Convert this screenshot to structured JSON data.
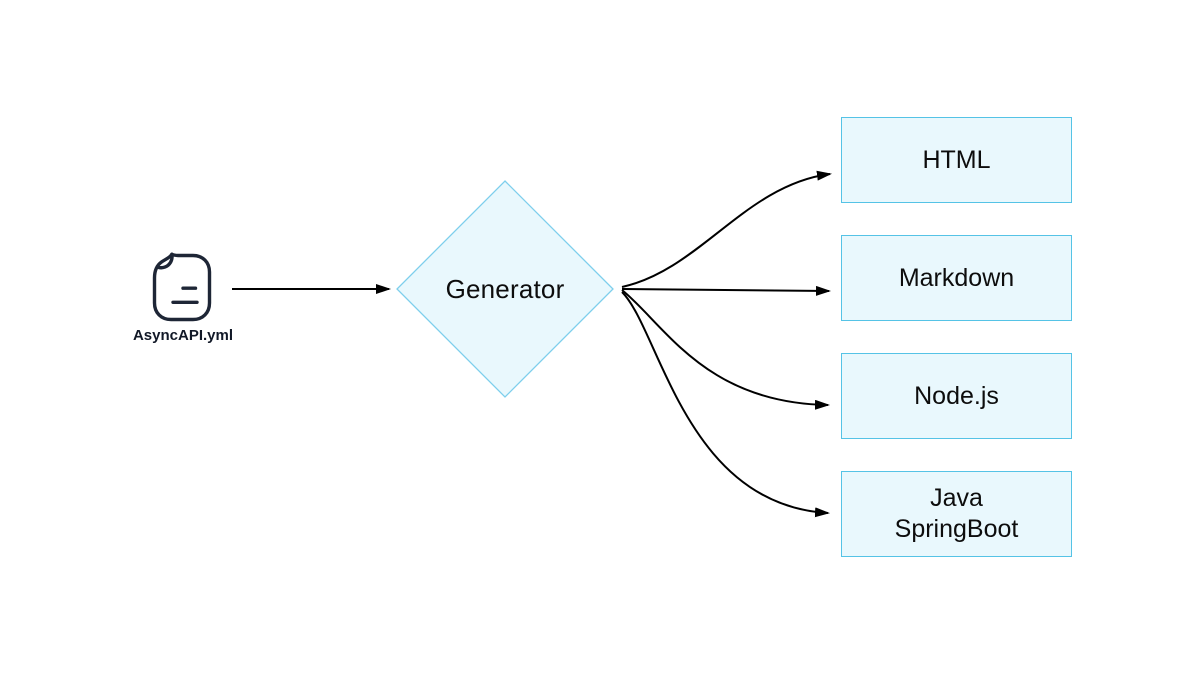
{
  "diagram": {
    "source": {
      "icon": "asyncapi-file-icon",
      "label": "AsyncAPI.yml"
    },
    "generator": {
      "label": "Generator",
      "shape": "diamond"
    },
    "outputs": [
      {
        "label": "HTML"
      },
      {
        "label": "Markdown"
      },
      {
        "label": "Node.js"
      },
      {
        "label": "Java SpringBoot"
      }
    ],
    "colors": {
      "node_fill": "#e9f8fd",
      "node_border": "#55c3e6",
      "diamond_border": "#7ecfec",
      "arrow": "#000000",
      "icon_stroke": "#1e2636",
      "text": "#0d0d0d"
    }
  }
}
